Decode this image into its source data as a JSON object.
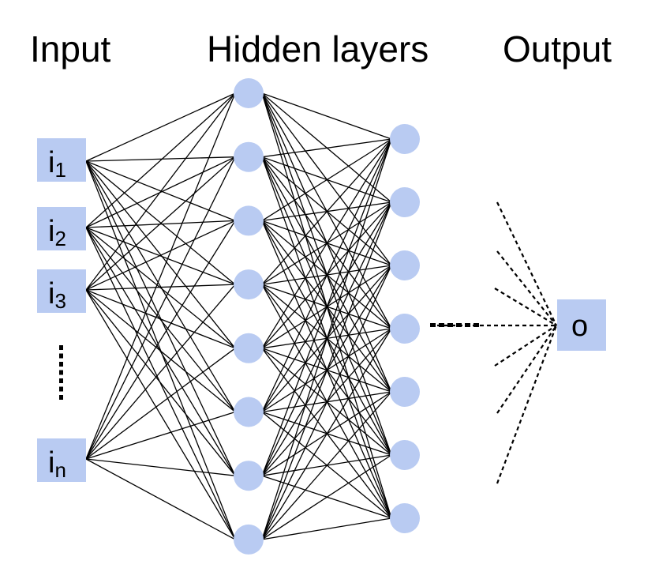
{
  "headings": {
    "input": "Input",
    "hidden": "Hidden layers",
    "output": "Output"
  },
  "inputs": [
    {
      "base": "i",
      "sub": "1"
    },
    {
      "base": "i",
      "sub": "2"
    },
    {
      "base": "i",
      "sub": "3"
    },
    {
      "base": "i",
      "sub": "n"
    }
  ],
  "output_label": "o",
  "colors": {
    "node_fill": "#b9cbf2",
    "box_fill": "#b9cbf2",
    "line": "#000000",
    "text": "#000000"
  }
}
